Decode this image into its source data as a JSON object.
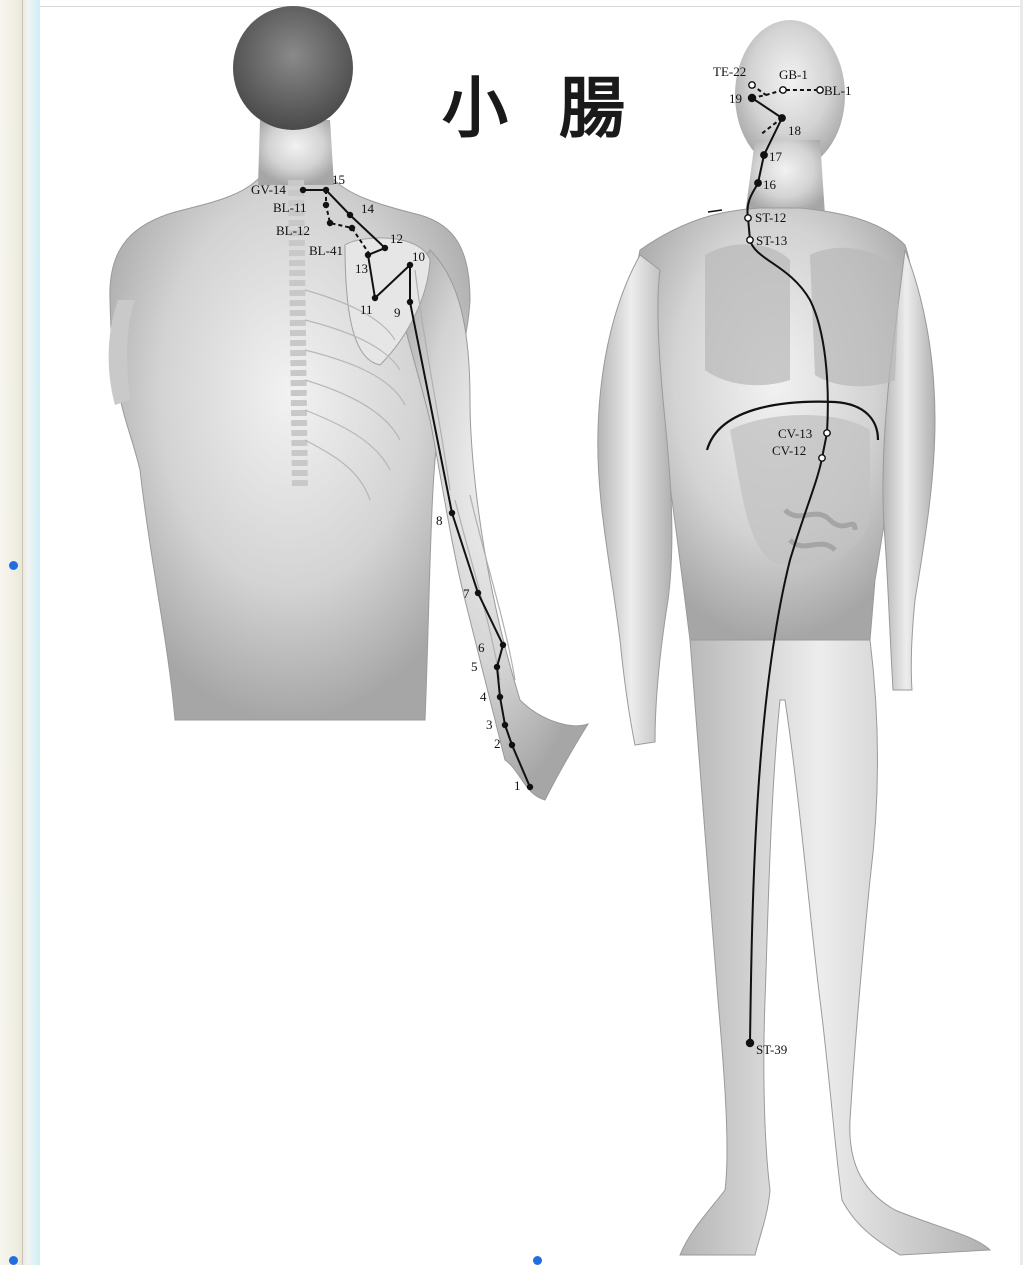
{
  "title": "小 腸",
  "back_labels": {
    "gv14": "GV-14",
    "bl11": "BL-11",
    "bl12": "BL-12",
    "bl41": "BL-41",
    "p15": "15",
    "p14": "14",
    "p13": "13",
    "p12": "12",
    "p11": "11",
    "p10": "10",
    "p9": "9",
    "p8": "8",
    "p7": "7",
    "p6": "6",
    "p5": "5",
    "p4": "4",
    "p3": "3",
    "p2": "2",
    "p1": "1"
  },
  "front_labels": {
    "te22": "TE-22",
    "gb1": "GB-1",
    "bl1": "BL-1",
    "p19": "19",
    "p18": "18",
    "p17": "17",
    "p16": "16",
    "st12": "ST-12",
    "st13": "ST-13",
    "cv13": "CV-13",
    "cv12": "CV-12",
    "st39": "ST-39"
  },
  "colors": {
    "meridian_line": "#111111",
    "body_fill": "#d9d9d9",
    "body_shadow": "#a9a9a9",
    "selection_handle": "#1f6fe0"
  }
}
